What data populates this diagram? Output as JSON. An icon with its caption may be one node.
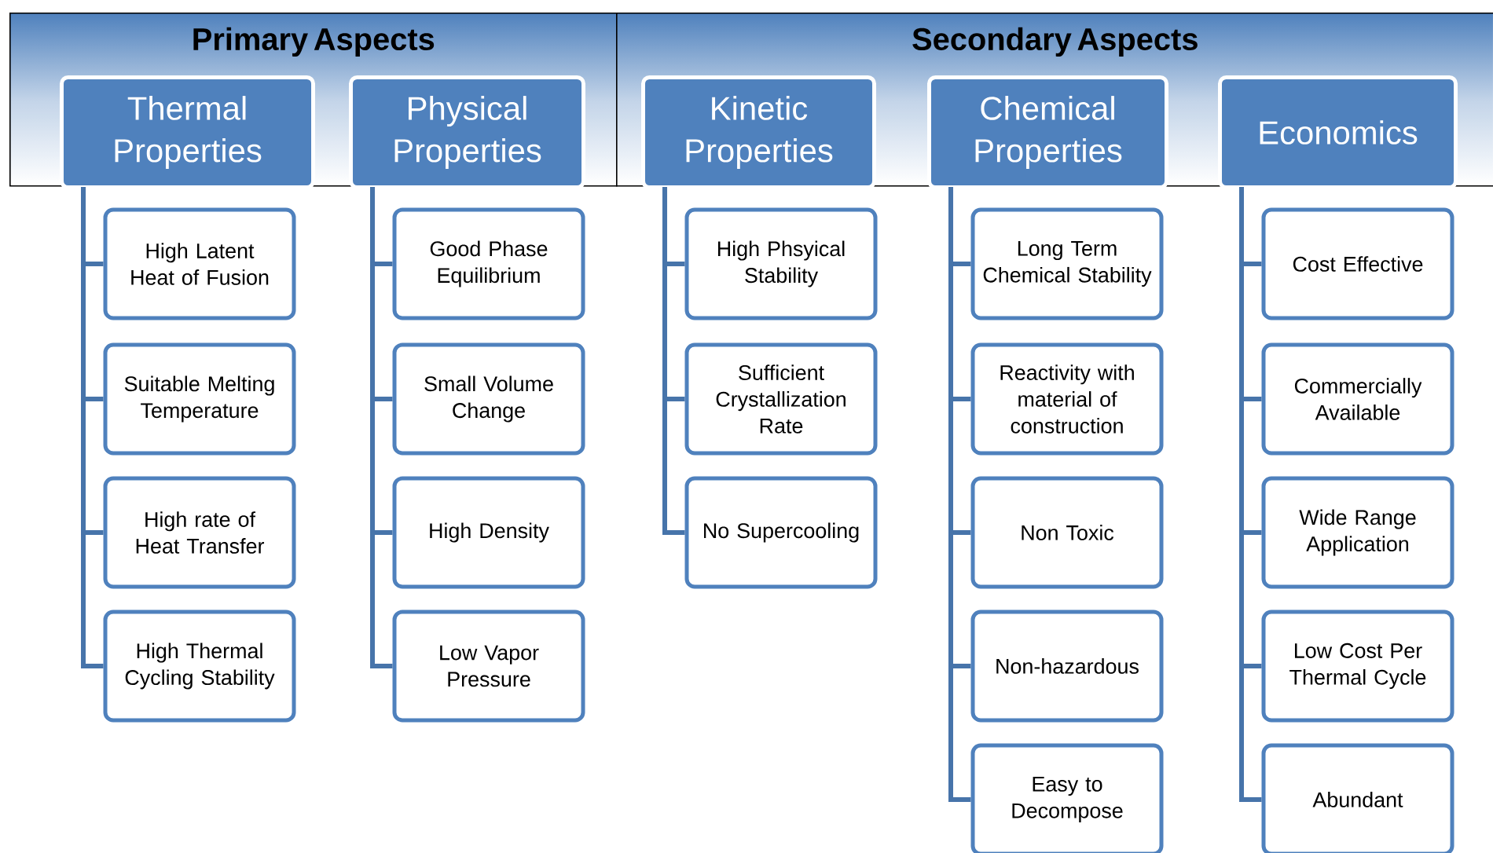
{
  "diagram": {
    "nodes": [
      {
        "text": [
          "Primary Aspects"
        ]
      },
      {
        "text": [
          "Thermal Properties"
        ],
        "in": 0
      },
      {
        "text": [
          "Physical Properties"
        ],
        "in": 0
      },
      {
        "text": [
          "Secondary Aspects"
        ]
      },
      {
        "text": [
          "Kinetic Properties"
        ],
        "in": 3
      },
      {
        "text": [
          "Chemical Properties"
        ],
        "in": 3
      },
      {
        "text": [
          "Economics"
        ],
        "in": 3
      },
      {
        "text": [
          "High Latent Heat of Fusion"
        ]
      },
      {
        "text": [
          "Suitable Melting Temperature"
        ]
      },
      {
        "text": [
          "High rate of Heat Transfer"
        ]
      },
      {
        "text": [
          "High Thermal Cycling Stability"
        ]
      },
      {
        "text": [
          "Good Phase Equilibrium"
        ]
      },
      {
        "text": [
          "Small Volume Change"
        ]
      },
      {
        "text": [
          "High Density"
        ]
      },
      {
        "text": [
          "Low Vapor Pressure"
        ]
      },
      {
        "text": [
          "High Phsyical Stability"
        ]
      },
      {
        "text": [
          "Sufficient Crystallization Rate"
        ]
      },
      {
        "text": [
          "No Supercooling"
        ]
      },
      {
        "text": [
          "Long Term Chemical Stability"
        ]
      },
      {
        "text": [
          "Reactivity with material of construction"
        ]
      },
      {
        "text": [
          "Non Toxic"
        ]
      },
      {
        "text": [
          "Non-hazardous"
        ]
      },
      {
        "text": [
          "Easy to Decompose"
        ]
      },
      {
        "text": [
          "Cost Effective"
        ]
      },
      {
        "text": [
          "Commercially Available"
        ]
      },
      {
        "text": [
          "Wide Range Application"
        ]
      },
      {
        "text": [
          "Low Cost Per Thermal Cycle"
        ]
      },
      {
        "text": [
          "Abundant"
        ]
      }
    ],
    "edges": [
      {
        "from": 1,
        "to": 7,
        "arrow": "none"
      },
      {
        "from": 1,
        "to": 8,
        "arrow": "none"
      },
      {
        "from": 1,
        "to": 9,
        "arrow": "none"
      },
      {
        "from": 1,
        "to": 10,
        "arrow": "none"
      },
      {
        "from": 2,
        "to": 11,
        "arrow": "none"
      },
      {
        "from": 2,
        "to": 12,
        "arrow": "none"
      },
      {
        "from": 2,
        "to": 13,
        "arrow": "none"
      },
      {
        "from": 2,
        "to": 14,
        "arrow": "none"
      },
      {
        "from": 4,
        "to": 15,
        "arrow": "none"
      },
      {
        "from": 4,
        "to": 16,
        "arrow": "none"
      },
      {
        "from": 4,
        "to": 17,
        "arrow": "none"
      },
      {
        "from": 5,
        "to": 18,
        "arrow": "none"
      },
      {
        "from": 5,
        "to": 19,
        "arrow": "none"
      },
      {
        "from": 5,
        "to": 20,
        "arrow": "none"
      },
      {
        "from": 5,
        "to": 21,
        "arrow": "none"
      },
      {
        "from": 5,
        "to": 22,
        "arrow": "none"
      },
      {
        "from": 6,
        "to": 23,
        "arrow": "none"
      },
      {
        "from": 6,
        "to": 24,
        "arrow": "none"
      },
      {
        "from": 6,
        "to": 25,
        "arrow": "none"
      },
      {
        "from": 6,
        "to": 26,
        "arrow": "none"
      },
      {
        "from": 6,
        "to": 27,
        "arrow": "none"
      }
    ]
  }
}
